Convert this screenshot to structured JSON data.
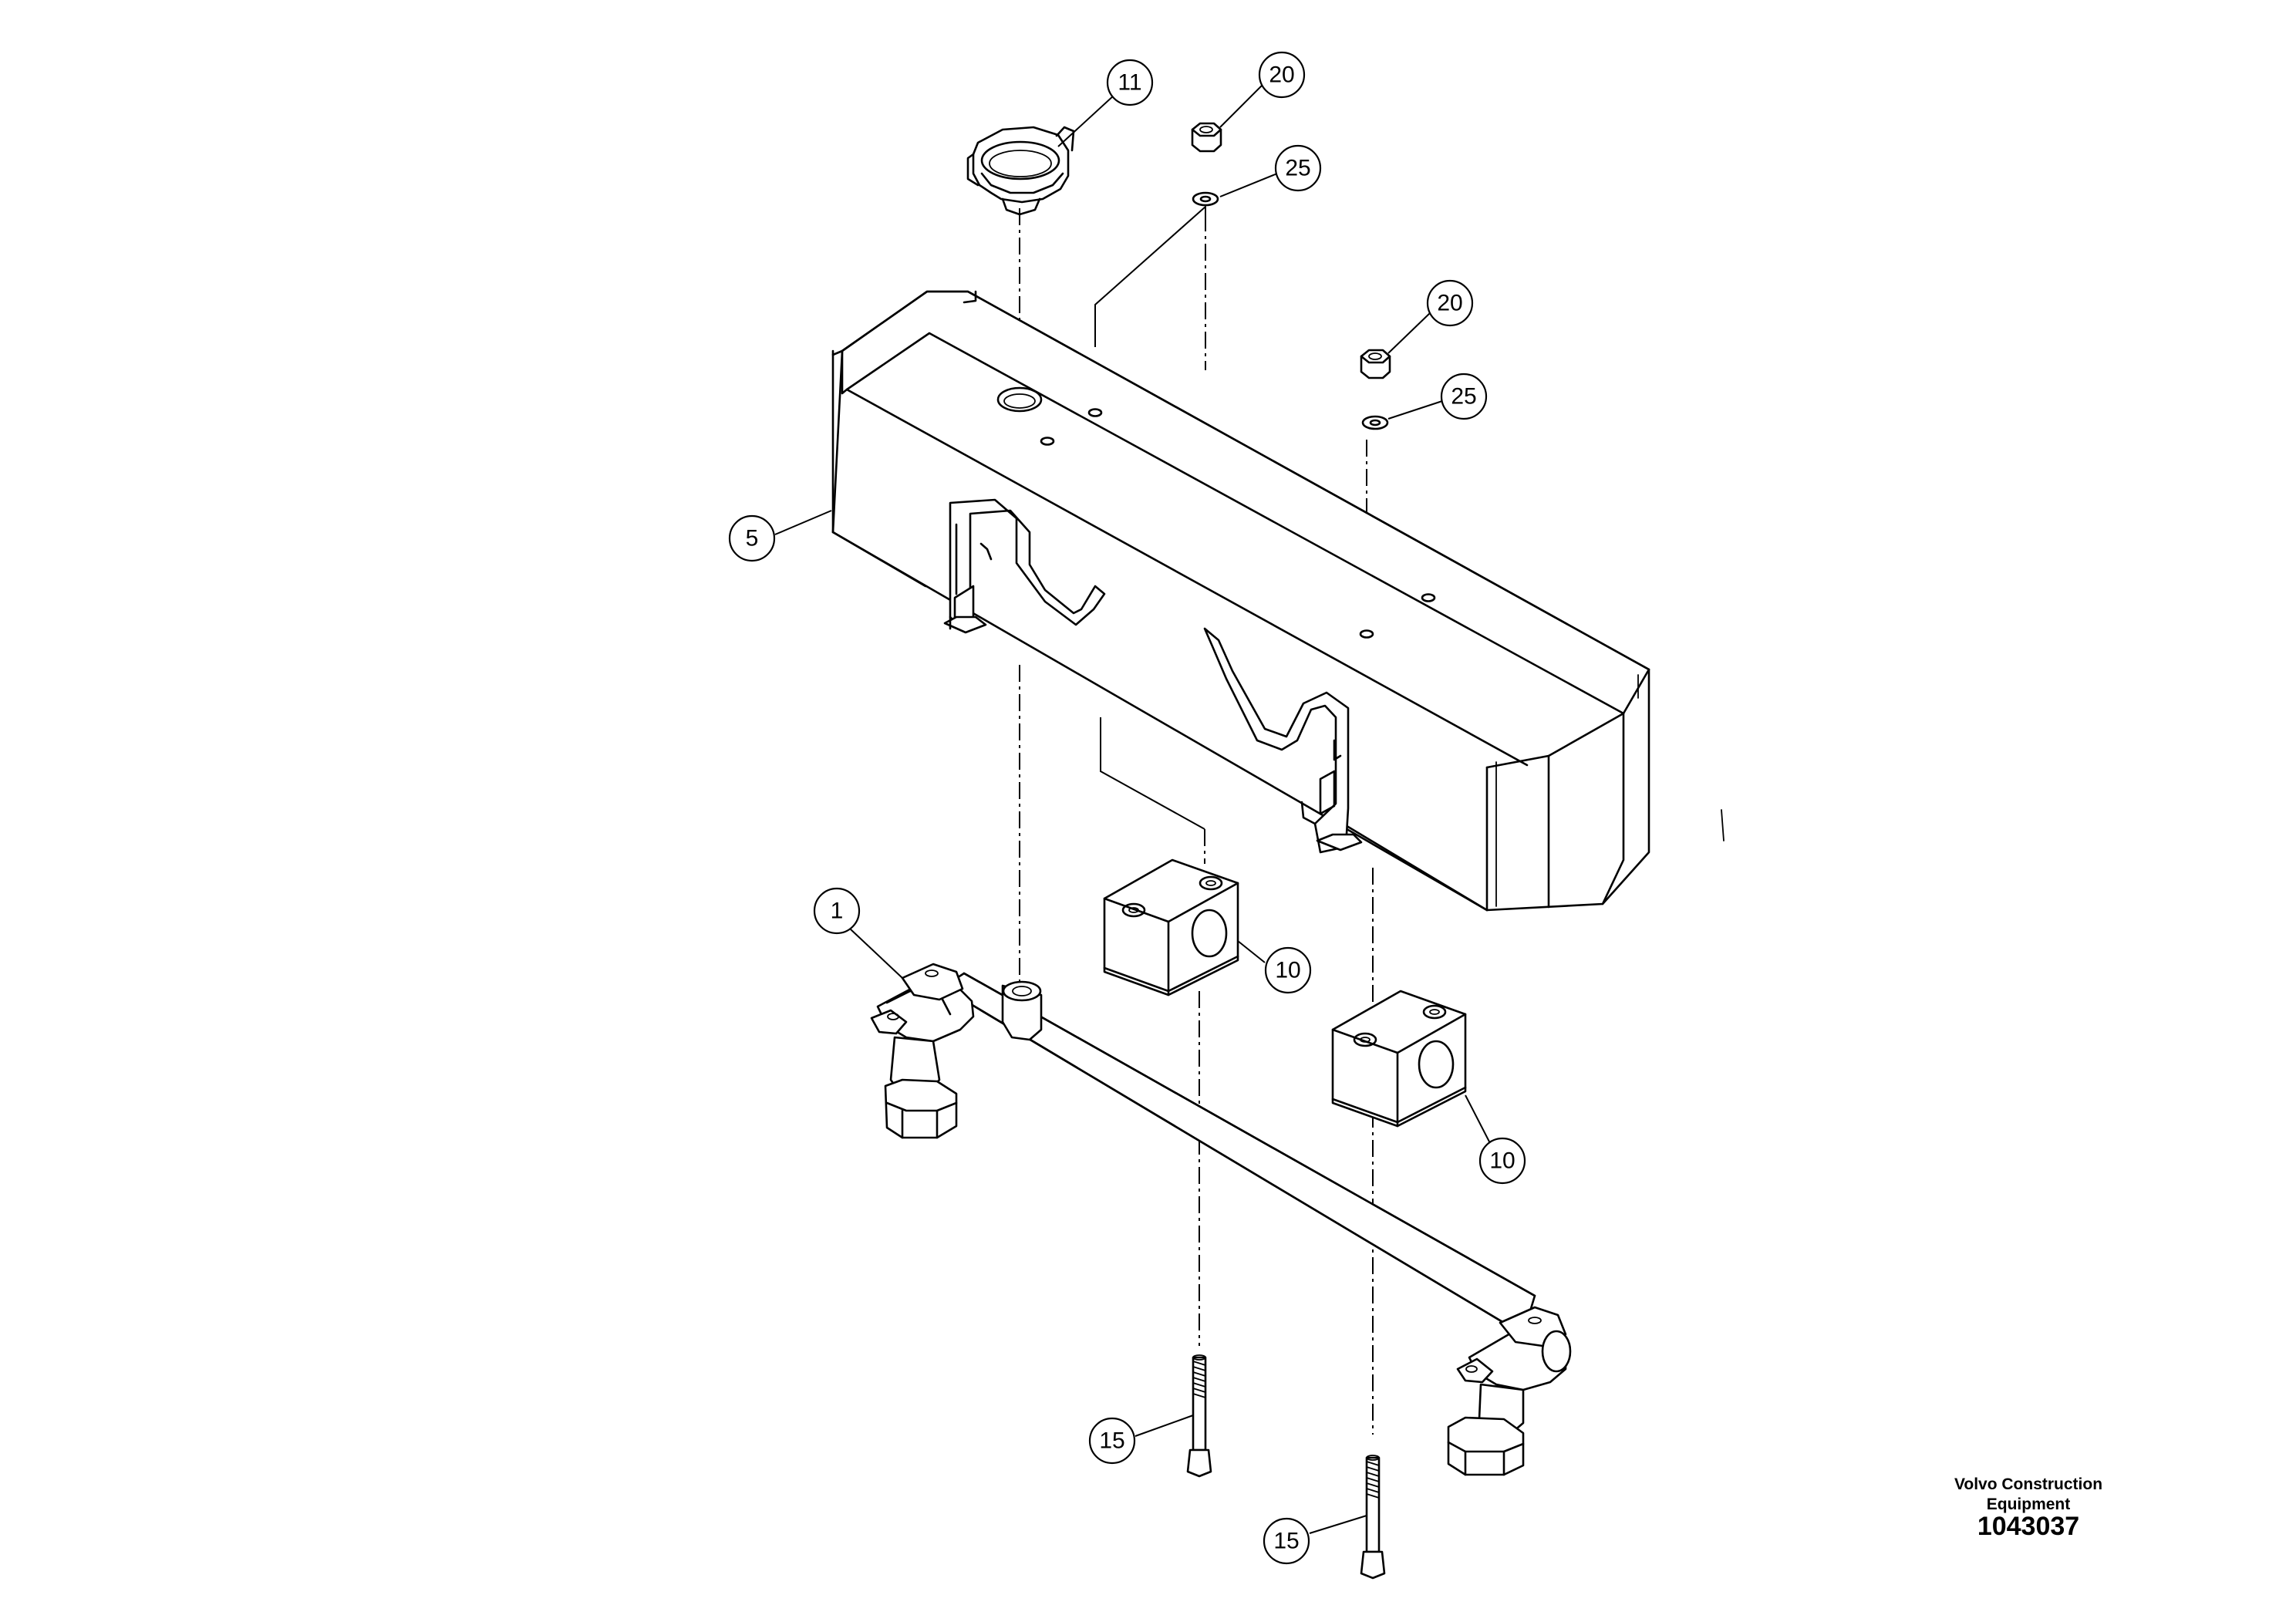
{
  "diagram": {
    "callouts": [
      {
        "id": "c-11a",
        "label": "11"
      },
      {
        "id": "c-20a",
        "label": "20"
      },
      {
        "id": "c-25a",
        "label": "25"
      },
      {
        "id": "c-20b",
        "label": "20"
      },
      {
        "id": "c-25b",
        "label": "25"
      },
      {
        "id": "c-5",
        "label": "5"
      },
      {
        "id": "c-1",
        "label": "1"
      },
      {
        "id": "c-10a",
        "label": "10"
      },
      {
        "id": "c-10b",
        "label": "10"
      },
      {
        "id": "c-15a",
        "label": "15"
      },
      {
        "id": "c-15b",
        "label": "15"
      }
    ]
  },
  "footer": {
    "brand_line1": "Volvo Construction",
    "brand_line2": "Equipment",
    "document_number": "1043037"
  }
}
